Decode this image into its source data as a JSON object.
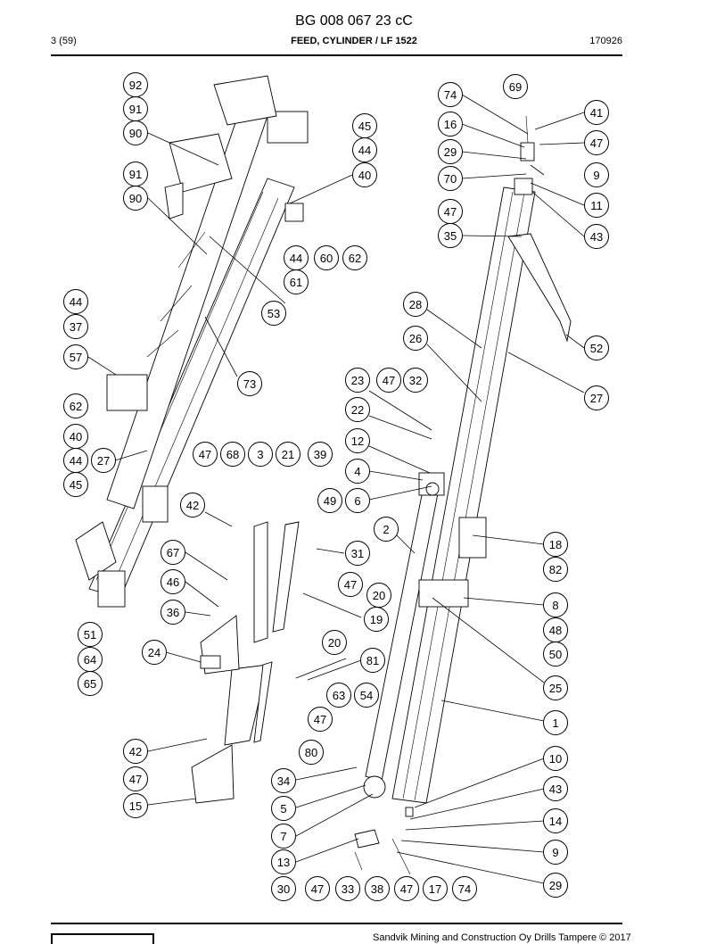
{
  "header": {
    "doc_code": "BG 008 067 23 cC",
    "page": "3 (59)",
    "title": "FEED, CYLINDER / LF 1522",
    "date": "170926"
  },
  "footer": {
    "copyright": "Sandvik Mining and Construction Oy Drills Tampere © 2017"
  },
  "callouts": [
    "92",
    "91",
    "90",
    "91",
    "90",
    "45",
    "44",
    "40",
    "44",
    "60",
    "62",
    "61",
    "53",
    "44",
    "37",
    "57",
    "73",
    "62",
    "40",
    "44",
    "27",
    "45",
    "74",
    "69",
    "41",
    "16",
    "47",
    "29",
    "9",
    "70",
    "11",
    "47",
    "43",
    "35",
    "28",
    "26",
    "52",
    "27",
    "23",
    "47",
    "32",
    "22",
    "12",
    "4",
    "6",
    "2",
    "47",
    "68",
    "3",
    "21",
    "39",
    "49",
    "42",
    "31",
    "67",
    "47",
    "46",
    "20",
    "36",
    "19",
    "18",
    "82",
    "8",
    "48",
    "50",
    "51",
    "64",
    "65",
    "24",
    "20",
    "81",
    "25",
    "63",
    "54",
    "47",
    "1",
    "42",
    "80",
    "47",
    "34",
    "10",
    "15",
    "43",
    "5",
    "14",
    "7",
    "9",
    "13",
    "29",
    "30",
    "47",
    "33",
    "38",
    "47",
    "17",
    "74"
  ]
}
